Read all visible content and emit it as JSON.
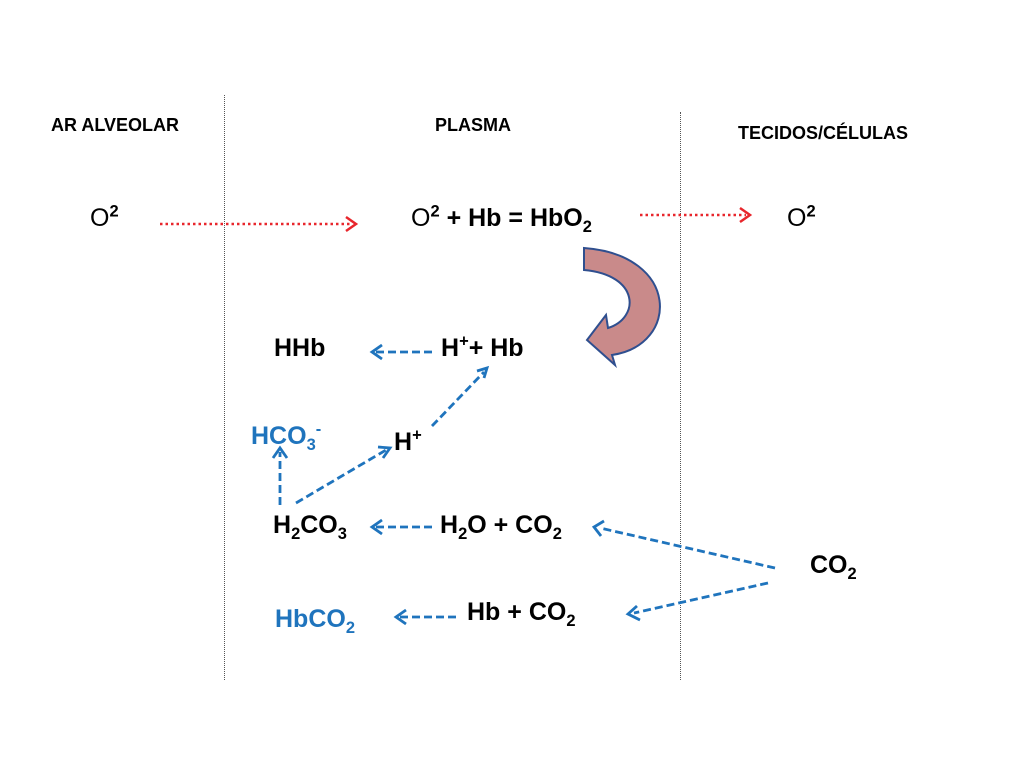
{
  "headers": {
    "alveolar": "AR  ALVEOLAR",
    "plasma": "PLASMA",
    "tissues": "TECIDOS/CÉLULAS"
  },
  "alveolar": {
    "o2": {
      "base": "O",
      "sup": "2"
    }
  },
  "plasma": {
    "hbo2_eq": {
      "o_base": "O",
      "o_sup": "2",
      "rest": " + Hb = HbO",
      "sub": "2"
    },
    "hhb": "HHb",
    "h_hb": {
      "h": "H",
      "sup": "+",
      "rest": "+ Hb"
    },
    "hco3": {
      "base": "HCO",
      "sub": "3",
      "sup": "-"
    },
    "h_plus": {
      "base": "H",
      "sup": "+"
    },
    "h2co3": {
      "h": "H",
      "sub1": "2",
      "co": "CO",
      "sub2": "3"
    },
    "h2o_co2": {
      "h": "H",
      "sub1": "2",
      "mid": "O + CO",
      "sub2": "2"
    },
    "hbco2": {
      "base": "HbCO",
      "sub": "2"
    },
    "hb_co2": {
      "base": "Hb  +  CO",
      "sub": "2"
    }
  },
  "tissues": {
    "o2": {
      "base": "O",
      "sup": "2"
    },
    "co2": {
      "base": "CO",
      "sub": "2"
    }
  },
  "colors": {
    "red_arrow": "#e8262c",
    "blue": "#1f74bd",
    "curved_arrow_fill": "#c98a8a",
    "curved_arrow_stroke": "#2f4f8f"
  }
}
